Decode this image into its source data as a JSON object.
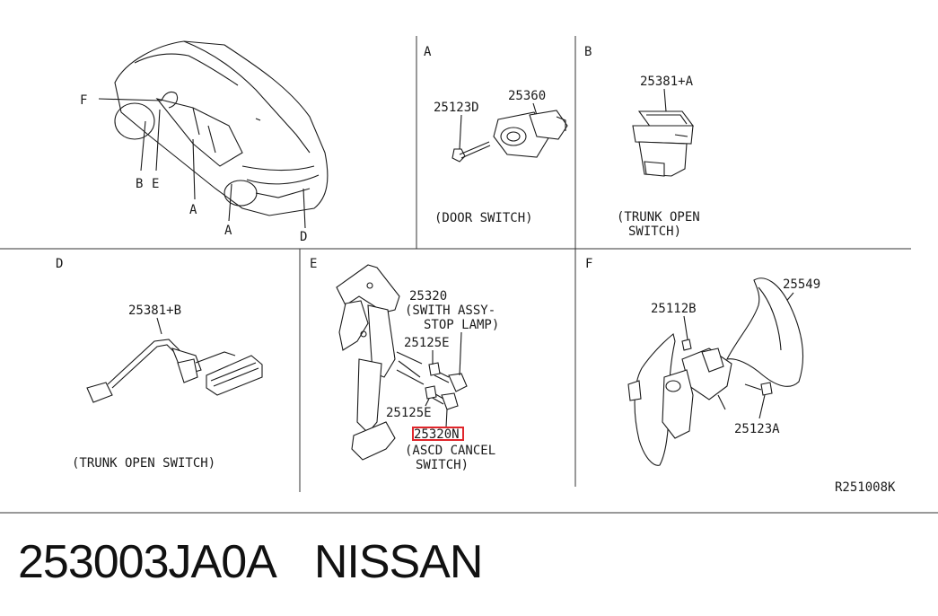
{
  "panels": {
    "overview": {
      "callouts": [
        "F",
        "B",
        "E",
        "A",
        "A",
        "D"
      ]
    },
    "A": {
      "letter": "A",
      "parts": [
        "25123D",
        "25360"
      ],
      "caption": "(DOOR SWITCH)"
    },
    "B": {
      "letter": "B",
      "parts": [
        "25381+A"
      ],
      "caption_lines": [
        "(TRUNK OPEN",
        "SWITCH)"
      ]
    },
    "D": {
      "letter": "D",
      "parts": [
        "25381+B"
      ],
      "caption": "(TRUNK OPEN SWITCH)"
    },
    "E": {
      "letter": "E",
      "part1": {
        "number": "25320",
        "desc": [
          "(SWITH ASSY-",
          "STOP LAMP)"
        ]
      },
      "fasteners": [
        "25125E",
        "25125E"
      ],
      "part2": {
        "number": "25320N",
        "desc": [
          "(ASCD CANCEL",
          "SWITCH)"
        ]
      },
      "highlight_color": "#e0262b"
    },
    "F": {
      "letter": "F",
      "parts": [
        "25549",
        "25112B",
        "25123A"
      ]
    }
  },
  "drawing_ref": "R251008K",
  "footer": {
    "part_number": "253003JA0A",
    "brand": "NISSAN"
  }
}
